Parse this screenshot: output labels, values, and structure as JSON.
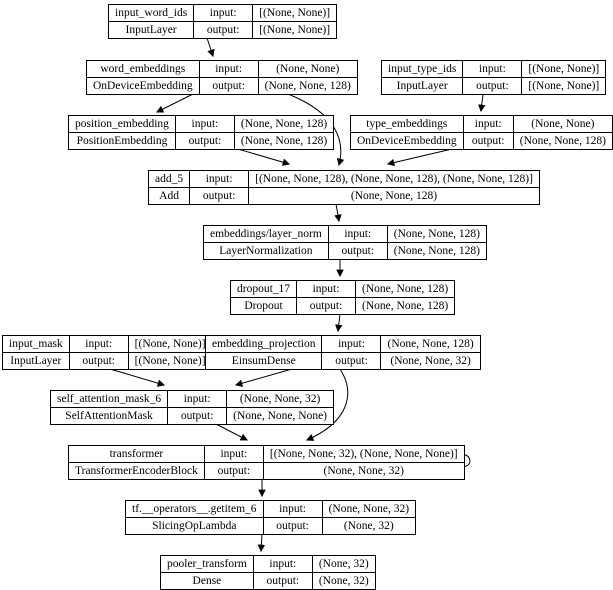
{
  "diagram": {
    "type": "keras-plot-model-graph",
    "background_color": "#ffffff",
    "node_fill_color": "#ffffff",
    "node_border_color": "#000000",
    "node_outer_border_color": "#9f9f9f",
    "edge_color": "#000000",
    "text_color": "#000000",
    "labels": {
      "input": "input:",
      "output": "output:"
    },
    "nodes": [
      {
        "name": "input_word_ids",
        "class": "InputLayer",
        "input_shape": "[(None, None)]",
        "output_shape": "[(None, None)]"
      },
      {
        "name": "word_embeddings",
        "class": "OnDeviceEmbedding",
        "input_shape": "(None, None)",
        "output_shape": "(None, None, 128)"
      },
      {
        "name": "input_type_ids",
        "class": "InputLayer",
        "input_shape": "[(None, None)]",
        "output_shape": "[(None, None)]"
      },
      {
        "name": "position_embedding",
        "class": "PositionEmbedding",
        "input_shape": "(None, None, 128)",
        "output_shape": "(None, None, 128)"
      },
      {
        "name": "type_embeddings",
        "class": "OnDeviceEmbedding",
        "input_shape": "(None, None)",
        "output_shape": "(None, None, 128)"
      },
      {
        "name": "add_5",
        "class": "Add",
        "input_shape": "[(None, None, 128), (None, None, 128), (None, None, 128)]",
        "output_shape": "(None, None, 128)"
      },
      {
        "name": "embeddings/layer_norm",
        "class": "LayerNormalization",
        "input_shape": "(None, None, 128)",
        "output_shape": "(None, None, 128)"
      },
      {
        "name": "dropout_17",
        "class": "Dropout",
        "input_shape": "(None, None, 128)",
        "output_shape": "(None, None, 128)"
      },
      {
        "name": "input_mask",
        "class": "InputLayer",
        "input_shape": "[(None, None)]",
        "output_shape": "[(None, None)]"
      },
      {
        "name": "embedding_projection",
        "class": "EinsumDense",
        "input_shape": "(None, None, 128)",
        "output_shape": "(None, None, 32)"
      },
      {
        "name": "self_attention_mask_6",
        "class": "SelfAttentionMask",
        "input_shape": "(None, None, 32)",
        "output_shape": "(None, None, None)"
      },
      {
        "name": "transformer",
        "class": "TransformerEncoderBlock",
        "input_shape": "[(None, None, 32), (None, None, None)]",
        "output_shape": "(None, None, 32)"
      },
      {
        "name": "tf.__operators__.getitem_6",
        "class": "SlicingOpLambda",
        "input_shape": "(None, None, 32)",
        "output_shape": "(None, 32)"
      },
      {
        "name": "pooler_transform",
        "class": "Dense",
        "input_shape": "(None, 32)",
        "output_shape": "(None, 32)"
      }
    ],
    "edges": [
      {
        "from": "input_word_ids",
        "to": "word_embeddings"
      },
      {
        "from": "word_embeddings",
        "to": "position_embedding"
      },
      {
        "from": "word_embeddings",
        "to": "add_5"
      },
      {
        "from": "position_embedding",
        "to": "add_5"
      },
      {
        "from": "input_type_ids",
        "to": "type_embeddings"
      },
      {
        "from": "type_embeddings",
        "to": "add_5"
      },
      {
        "from": "add_5",
        "to": "embeddings/layer_norm"
      },
      {
        "from": "embeddings/layer_norm",
        "to": "dropout_17"
      },
      {
        "from": "dropout_17",
        "to": "embedding_projection"
      },
      {
        "from": "input_mask",
        "to": "self_attention_mask_6"
      },
      {
        "from": "embedding_projection",
        "to": "self_attention_mask_6"
      },
      {
        "from": "embedding_projection",
        "to": "transformer"
      },
      {
        "from": "self_attention_mask_6",
        "to": "transformer"
      },
      {
        "from": "transformer",
        "to": "transformer"
      },
      {
        "from": "transformer",
        "to": "tf.__operators__.getitem_6"
      },
      {
        "from": "tf.__operators__.getitem_6",
        "to": "pooler_transform"
      }
    ]
  }
}
